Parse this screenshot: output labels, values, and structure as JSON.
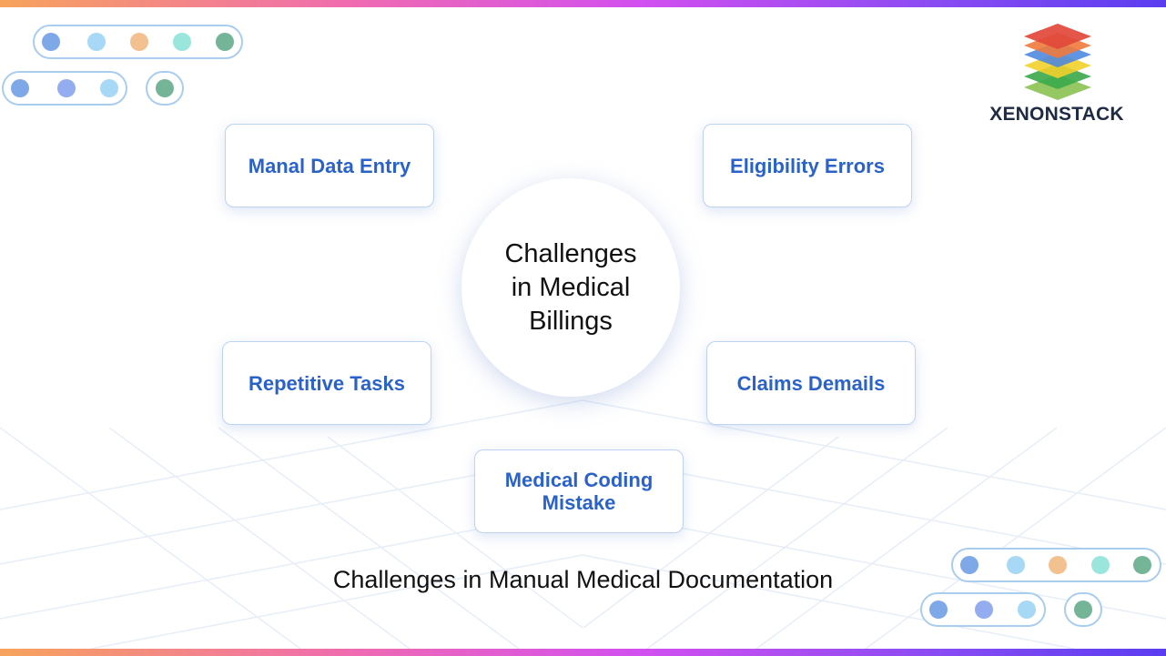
{
  "center": {
    "title": "Challenges in Medical Billings"
  },
  "cards": {
    "manual_data_entry": "Manal Data Entry",
    "eligibility_errors": "Eligibility Errors",
    "repetitive_tasks": "Repetitive Tasks",
    "claims_denials": "Claims Demails",
    "medical_coding_mistake": "Medical Coding Mistake"
  },
  "caption": "Challenges in Manual Medical Documentation",
  "logo": {
    "name": "XENONSTACK",
    "icon": "stacked-layers-icon"
  },
  "colors": {
    "card_text": "#2b62c9",
    "card_border": "#bcd3f2",
    "dot_blue": "#7fa8e8",
    "dot_light_blue": "#a7d8f5",
    "dot_orange": "#f3c08f",
    "dot_mint": "#9be6dc",
    "dot_green": "#74b597",
    "dot_periwinkle": "#94acf0",
    "gradient_start": "#f7a35c",
    "gradient_end": "#5a3df0"
  }
}
